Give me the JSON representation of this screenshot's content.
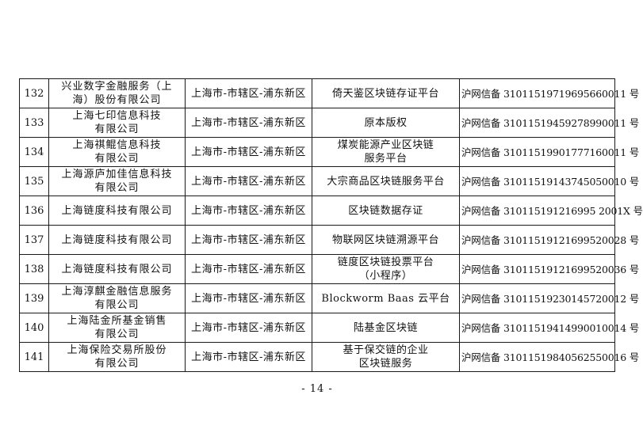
{
  "rows": [
    {
      "no": "132",
      "company": [
        "兴业数字金融服务（上",
        "海）股份有限公司"
      ],
      "region": "上海市-市辖区-浦东新区",
      "product": [
        "倚天鉴区块链存证平台"
      ],
      "record": "沪网信备 31011519719695660011 号"
    },
    {
      "no": "133",
      "company": [
        "上海七印信息科技",
        "有限公司"
      ],
      "region": "上海市-市辖区-浦东新区",
      "product": [
        "原本版权"
      ],
      "record": "沪网信备 31011519459278990011 号"
    },
    {
      "no": "134",
      "company": [
        "上海祺鲲信息科技",
        "有限公司"
      ],
      "region": "上海市-市辖区-浦东新区",
      "product": [
        "煤炭能源产业区块链",
        "服务平台"
      ],
      "record": "沪网信备 31011519901777160011 号"
    },
    {
      "no": "135",
      "company": [
        "上海源庐加佳信息科技",
        "有限公司"
      ],
      "region": "上海市-市辖区-浦东新区",
      "product": [
        "大宗商品区块链服务平台"
      ],
      "record": "沪网信备 31011519143745050010 号"
    },
    {
      "no": "136",
      "company": [
        "上海链度科技有限公司"
      ],
      "region": "上海市-市辖区-浦东新区",
      "product": [
        "区块链数据存证"
      ],
      "record": "沪网信备 310115191216995 2001X 号"
    },
    {
      "no": "137",
      "company": [
        "上海链度科技有限公司"
      ],
      "region": "上海市-市辖区-浦东新区",
      "product": [
        "物联网区块链溯源平台"
      ],
      "record": "沪网信备 31011519121699520028 号"
    },
    {
      "no": "138",
      "company": [
        "上海链度科技有限公司"
      ],
      "region": "上海市-市辖区-浦东新区",
      "product": [
        "链度区块链投票平台",
        "（小程序）"
      ],
      "record": "沪网信备 31011519121699520036 号"
    },
    {
      "no": "139",
      "company": [
        "上海淳麒金融信息服务",
        "有限公司"
      ],
      "region": "上海市-市辖区-浦东新区",
      "product": [
        "Blockworm Baas 云平台"
      ],
      "record": "沪网信备 31011519230145720012 号"
    },
    {
      "no": "140",
      "company": [
        "上海陆金所基金销售",
        "有限公司"
      ],
      "region": "上海市-市辖区-浦东新区",
      "product": [
        "陆基金区块链"
      ],
      "record": "沪网信备 31011519414990010014 号"
    },
    {
      "no": "141",
      "company": [
        "上海保险交易所股份",
        "有限公司"
      ],
      "region": "上海市-市辖区-浦东新区",
      "product": [
        "基于保交链的企业",
        "区块链服务"
      ],
      "record": "沪网信备 31011519840562550016 号"
    }
  ],
  "page_number": "- 14 -"
}
